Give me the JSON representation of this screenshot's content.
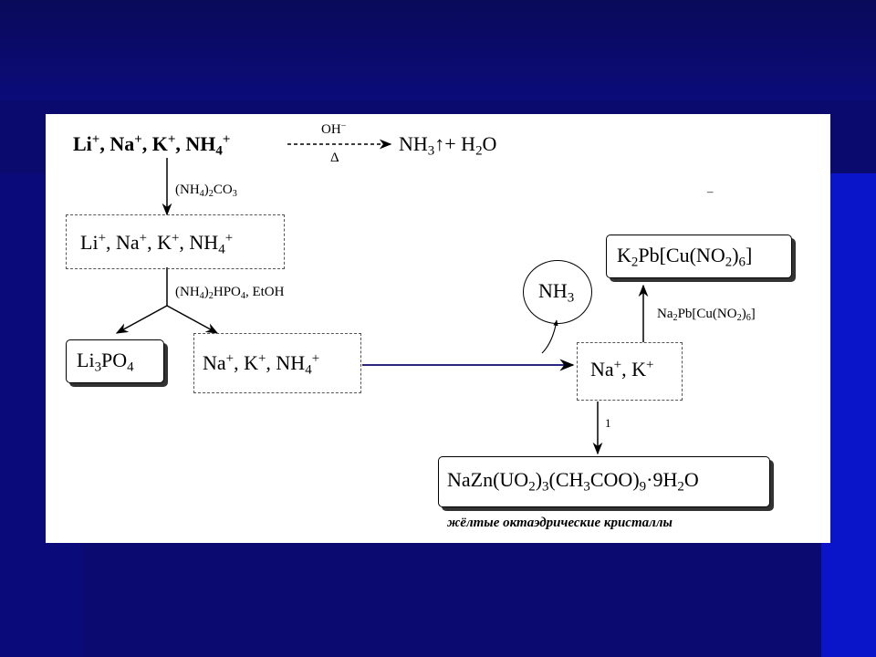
{
  "slide": {
    "colors": {
      "background": "#0a0a6e",
      "panel": "#ffffff",
      "accent_arrow": "#0a0a6e"
    }
  },
  "diagram": {
    "top_ions": {
      "li": "Li",
      "na": "Na",
      "k": "K",
      "nh4": "NH",
      "plus": "+",
      "sep": ", "
    },
    "oh_reagent": {
      "oh": "OH",
      "minus": "−",
      "delta": "Δ"
    },
    "nh3_product": {
      "nh3": "NH",
      "nh3_sub": "3",
      "plus_h2o": "+ H",
      "h2o_sub": "2",
      "o": "O",
      "up_arrow": "↑"
    },
    "reagent_carbonate": {
      "prefix": "(NH",
      "sub4": "4",
      "mid": ")",
      "sub2": "2",
      "co": "CO",
      "sub3": "3"
    },
    "box1": {
      "li": "Li",
      "na": "Na",
      "k": "K",
      "nh": "NH",
      "sub4": "4",
      "plus": "+",
      "sep": ", "
    },
    "reagent_phosphate": {
      "a": "(NH",
      "sub4": "4",
      "b": ")",
      "sub2": "2",
      "c": "HPO",
      "sub4b": "4",
      "d": ", EtOH"
    },
    "li3po4": {
      "li": "Li",
      "sub3": "3",
      "po": "PO",
      "sub4": "4"
    },
    "box2": {
      "na": "Na",
      "k": "K",
      "nh": "NH",
      "sub4": "4",
      "plus": "+",
      "sep": ", "
    },
    "nh3_circle": {
      "nh": "NH",
      "sub3": "3"
    },
    "box3": {
      "na": "Na",
      "k": "K",
      "plus": "+",
      "sep": ", "
    },
    "k2pb": {
      "a": "K",
      "sub2": "2",
      "b": "Pb[Cu(NO",
      "sub2b": "2",
      "c": ")",
      "sub6": "6",
      "d": "]"
    },
    "na2pb_reagent": {
      "a": "Na",
      "sub2": "2",
      "b": "Pb[Cu(NO",
      "sub2b": "2",
      "c": ")",
      "sub6": "6",
      "d": "]"
    },
    "step_label": "1",
    "nazn": {
      "a": "NaZn(UO",
      "sub2": "2",
      "b": ")",
      "sub3": "3",
      "c": "(CH",
      "sub3b": "3",
      "d": "COO)",
      "sub9": "9",
      "e": "·9H",
      "sub2b": "2",
      "f": "O"
    },
    "caption": "жёлтые октаэдрические кристаллы",
    "dash_mark": "–"
  }
}
